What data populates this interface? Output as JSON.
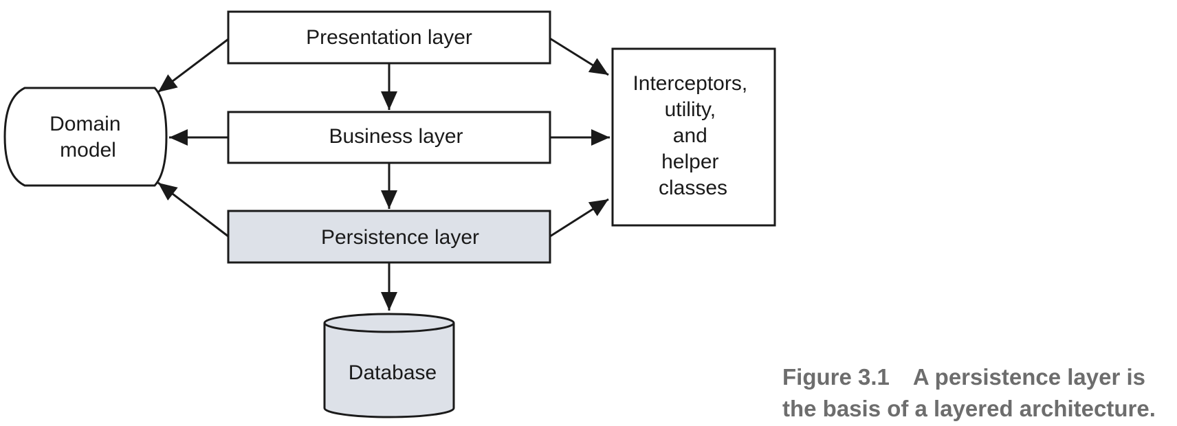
{
  "diagram": {
    "presentation_label": "Presentation layer",
    "business_label": "Business layer",
    "persistence_label": "Persistence layer",
    "database_label": "Database",
    "domain_model_lines": [
      "Domain",
      "model"
    ],
    "helper_lines": [
      "Interceptors,",
      "utility,",
      "and",
      "helper",
      "classes"
    ]
  },
  "caption": {
    "number": "Figure 3.1",
    "line1": "A persistence layer is",
    "line2": "the basis of a layered architecture."
  },
  "colors": {
    "stroke": "#1a1a1a",
    "persistence_fill": "#dde1e8",
    "database_fill": "#dde1e8",
    "caption_text": "#6d6d6d"
  }
}
